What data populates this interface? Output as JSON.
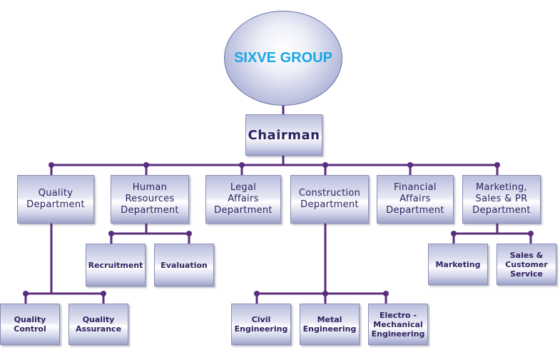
{
  "group": "SIXVE GROUP",
  "chairman": "Chairman",
  "departments": [
    "Quality\nDepartment",
    "Human\nResources\nDepartment",
    "Legal\nAffairs\nDepartment",
    "Construction\nDepartment",
    "Financial\nAffairs\nDepartment",
    "Marketing,\nSales & PR\nDepartment"
  ],
  "sub_units": {
    "quality": [
      "Quality\nControl",
      "Quality\nAssurance"
    ],
    "human_resources": [
      "Recruitment",
      "Evaluation"
    ],
    "construction": [
      "Civil\nEngineering",
      "Metal\nEngineering",
      "Electro -\nMechanical\nEngineering"
    ],
    "marketing": [
      "Marketing",
      "Sales &\nCustomer\nService"
    ]
  },
  "colors": {
    "title": "#1aa6e4",
    "text": "#2e2260",
    "line": "#5b2d7e"
  }
}
